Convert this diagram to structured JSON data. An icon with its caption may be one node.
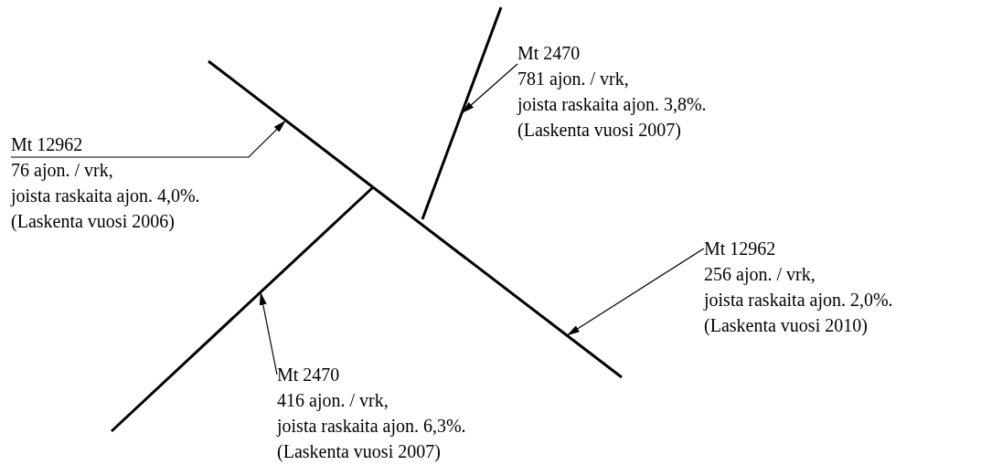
{
  "diagram": {
    "nodes": [
      {
        "text": [
          "Mt 2470",
          "781 ajon. / vrk,",
          "joista raskaita ajon. 3,8%.",
          "(Laskenta vuosi 2007)"
        ]
      },
      {
        "text": [
          "Mt 12962",
          "76 ajon. / vrk,",
          "joista raskaita ajon. 4,0%.",
          "(Laskenta vuosi 2006)"
        ]
      },
      {
        "text": [
          "Mt 12962",
          "256 ajon. / vrk,",
          "joista raskaita ajon. 2,0%.",
          "(Laskenta vuosi 2010)"
        ]
      },
      {
        "text": [
          "Mt 2470",
          "416 ajon. / vrk,",
          "joista raskaita ajon. 6,3%.",
          "(Laskenta vuosi 2007)"
        ]
      },
      {
        "text": [],
        "shape": "line"
      },
      {
        "text": [],
        "shape": "line"
      },
      {
        "text": [],
        "shape": "line"
      },
      {
        "text": [],
        "shape": "line"
      }
    ],
    "edges": [
      {
        "from": 0,
        "to": 5,
        "arrow": "to"
      },
      {
        "from": 1,
        "to": 4,
        "arrow": "to"
      },
      {
        "from": 2,
        "to": 6,
        "arrow": "to"
      },
      {
        "from": 3,
        "to": 7,
        "arrow": "to"
      }
    ]
  }
}
